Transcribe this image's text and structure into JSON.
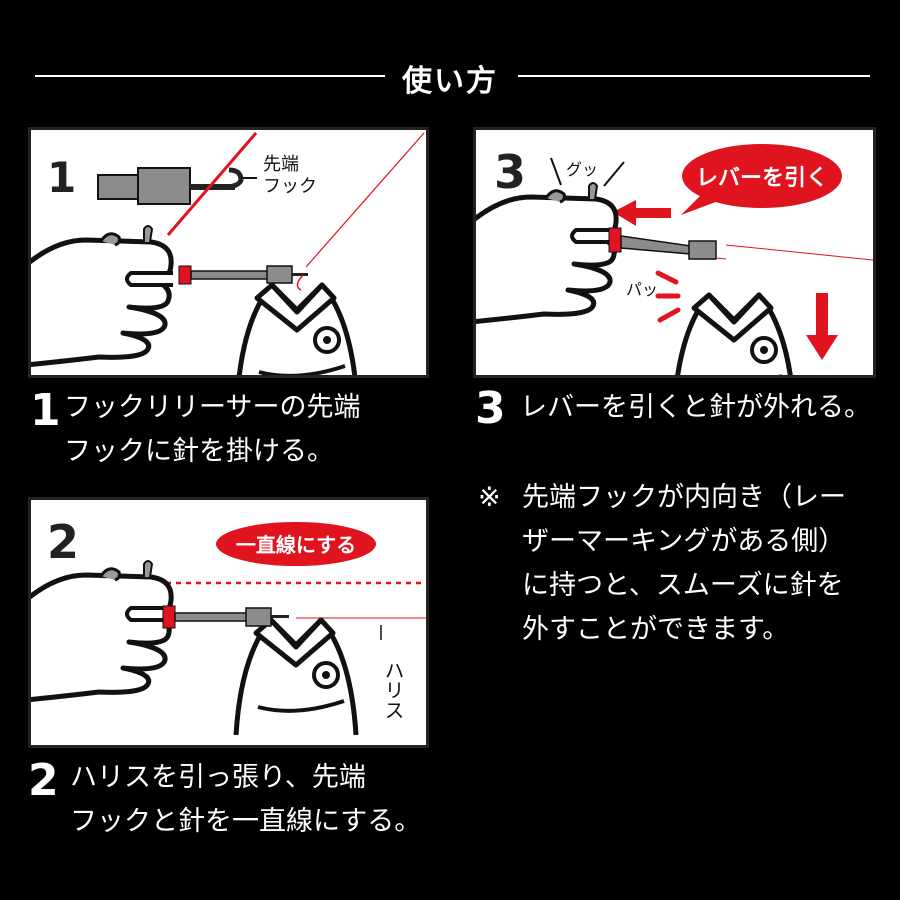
{
  "title": "使い方",
  "steps": [
    {
      "number": "1",
      "panel_number": "1",
      "text": "フックリリーサーの先端\nフックに針を掛ける。",
      "label_line1": "先端",
      "label_line2": "フック"
    },
    {
      "number": "2",
      "panel_number": "2",
      "text": "ハリスを引っ張り、先端\nフックと針を一直線にする。",
      "bubble": "一直線にする",
      "label": "ハリス"
    },
    {
      "number": "3",
      "panel_number": "3",
      "text": "レバーを引くと針が外れる。",
      "bubble": "レバーを引く",
      "sfx_grip": "グッ",
      "sfx_release": "パッ"
    }
  ],
  "note": {
    "mark": "※",
    "text": "先端フックが内向き（レー\nザーマーキングがある側）\nに持つと、スムーズに針を\n外すことができます。"
  },
  "colors": {
    "accent": "#e0141e",
    "tool": "#8c8c8c",
    "background": "#000000",
    "panel": "#ffffff"
  }
}
